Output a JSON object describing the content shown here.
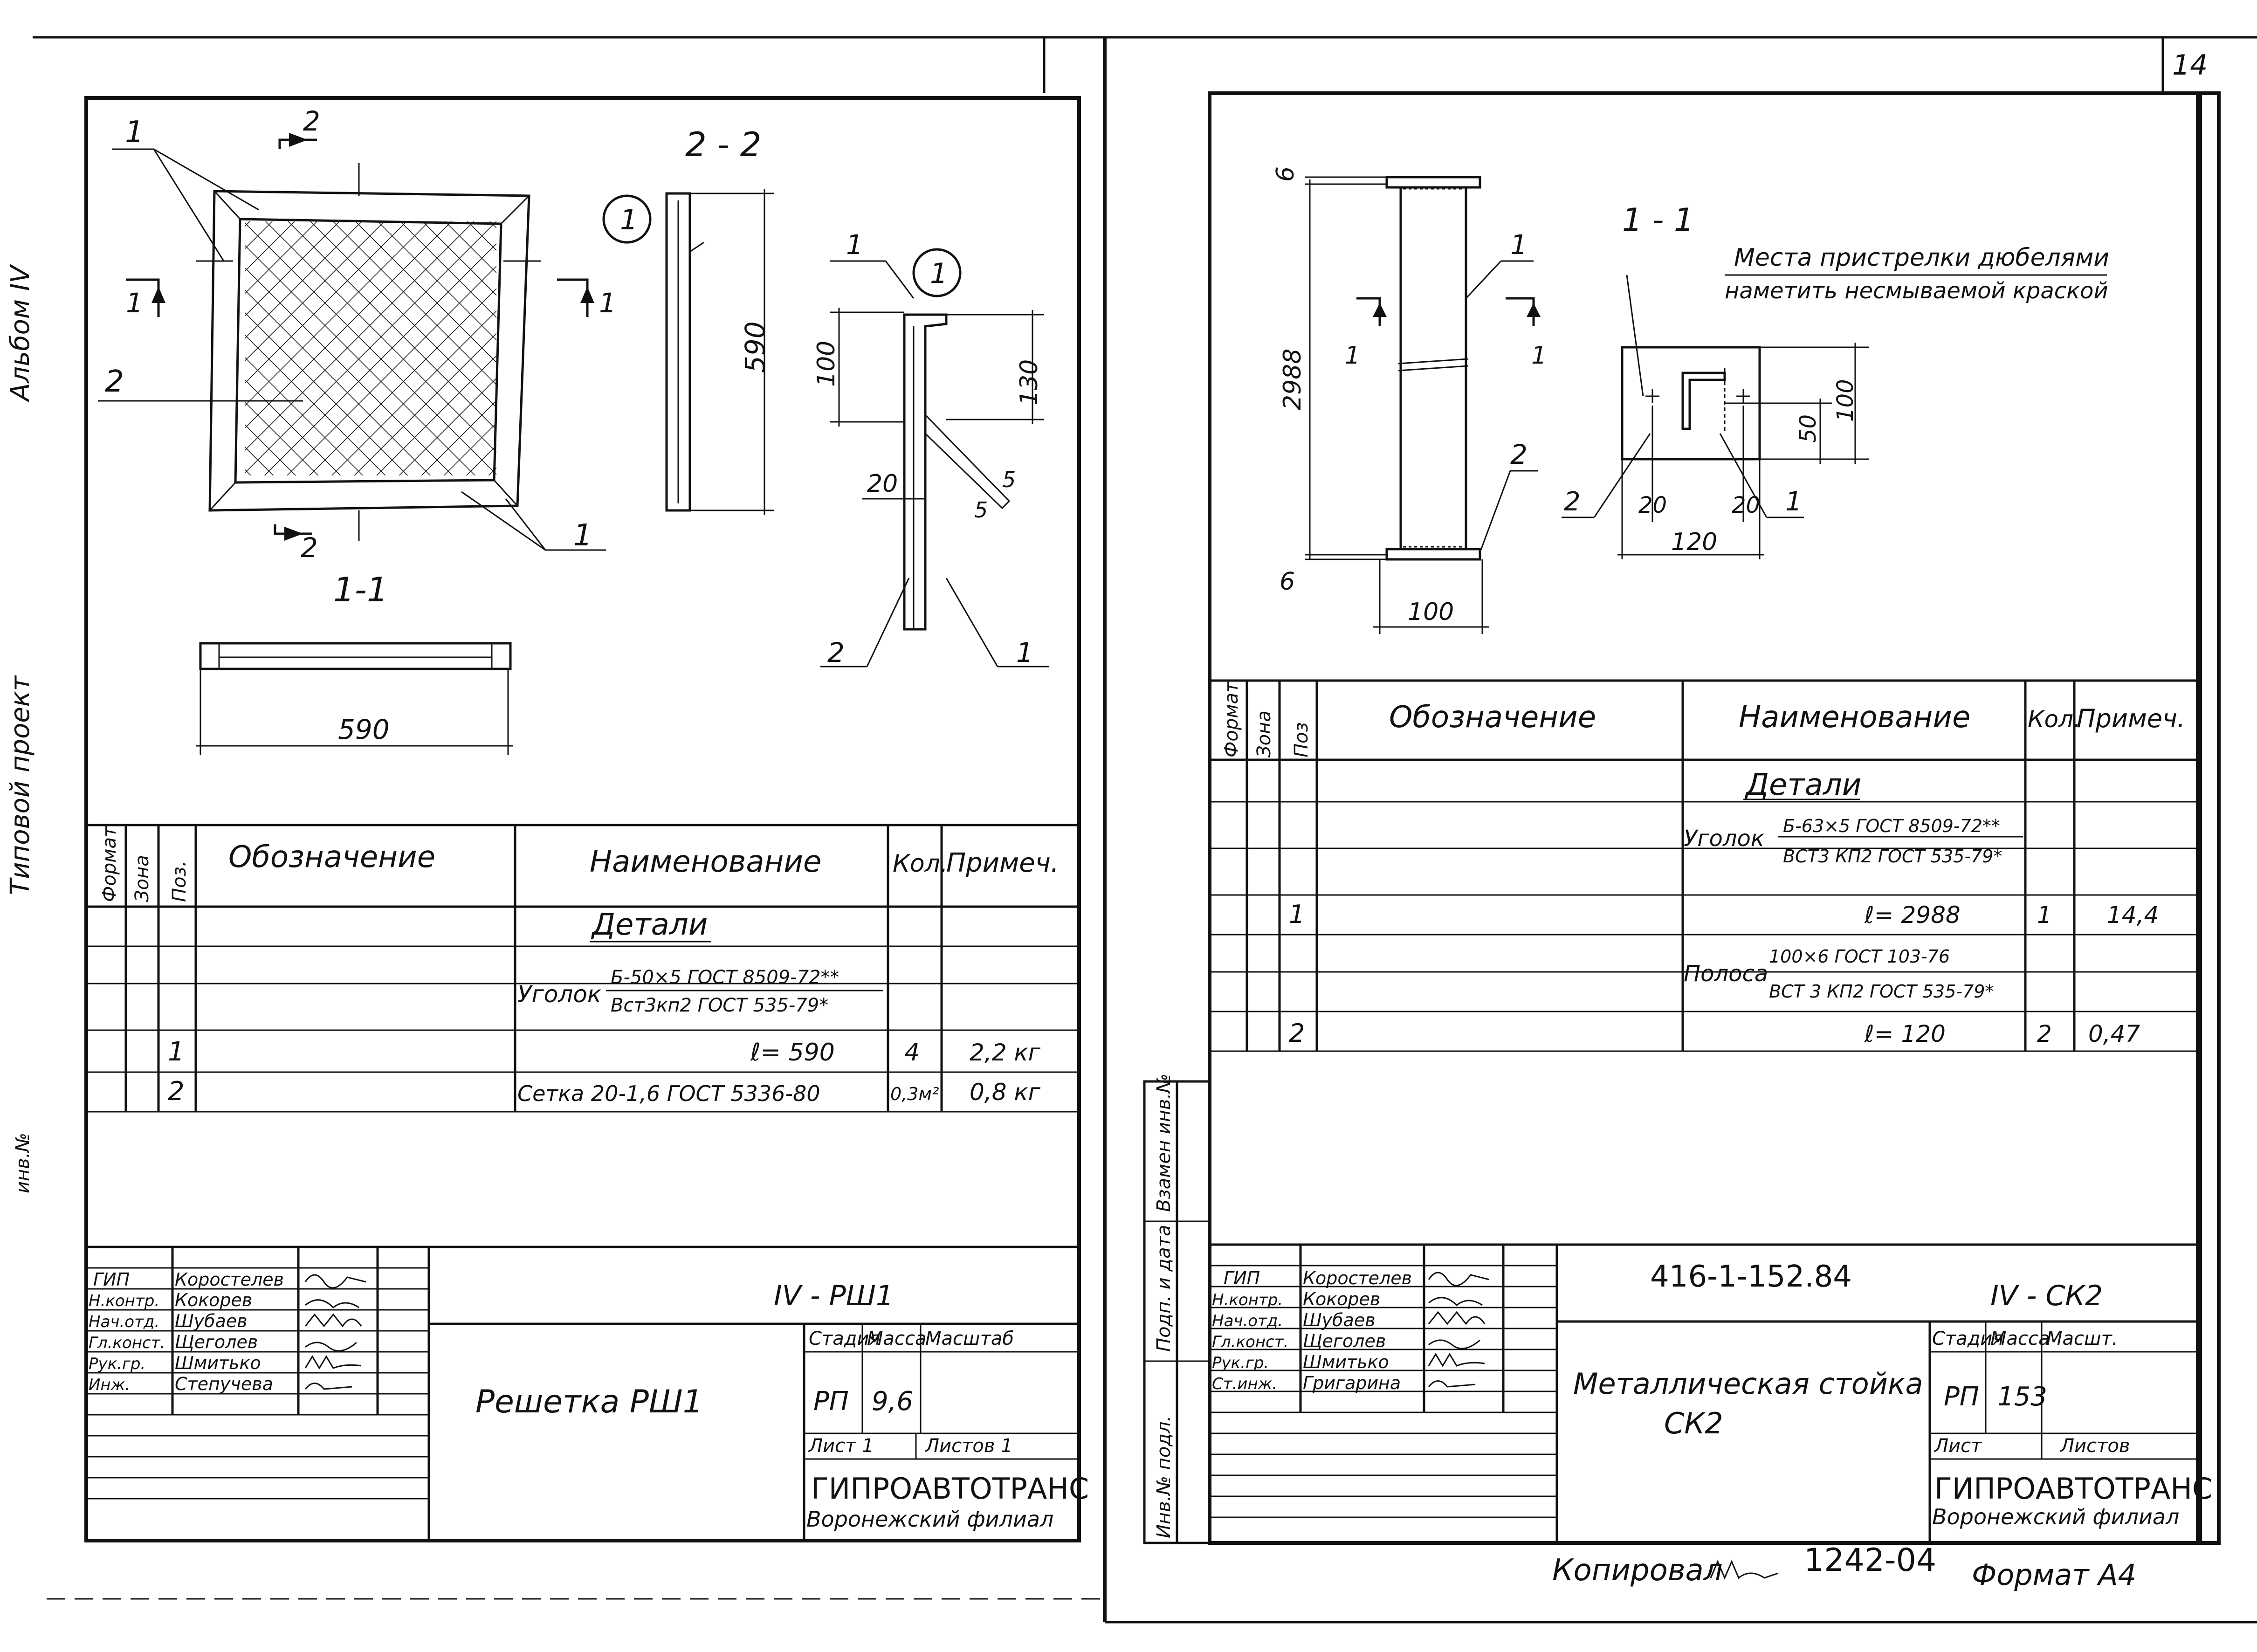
{
  "left_sheet": {
    "drawing": {
      "leader_1a": "1",
      "leader_1b": "1",
      "leader_2": "2",
      "section_2_top": "2",
      "section_2_bottom": "2",
      "section_1_left": "1",
      "section_1_right": "1",
      "view_2_2_title": "2 - 2",
      "view_1_1_title": "1-1",
      "node_circle_1": "1",
      "node_circle_1b": "1",
      "dim_590_vertical": "590",
      "dim_590_horizontal": "590",
      "dim_100": "100",
      "dim_130": "130",
      "dim_20": "20",
      "dim_5": "5",
      "dim_5b": "5",
      "node_pos_1": "1",
      "node_pos_1b": "1",
      "node_pos_2": "2"
    },
    "spec": {
      "headers": {
        "format": "Формат",
        "zone": "Зона",
        "pos": "Поз.",
        "designation": "Обозначение",
        "name": "Наименование",
        "qty": "Кол.",
        "note": "Примеч."
      },
      "group_title": "Детали",
      "angle_label": "Уголок",
      "angle_top": "Б-50×5 ГОСТ 8509-72**",
      "angle_bottom": "Вст3кп2 ГОСТ 535-79*",
      "rows": [
        {
          "pos": "1",
          "name": "ℓ= 590",
          "qty": "4",
          "note": "2,2 кг"
        },
        {
          "pos": "2",
          "name": "Сетка 20-1,6 ГОСТ 5336-80",
          "qty": "0,3м²",
          "note": "0,8 кг"
        }
      ]
    },
    "title_block": {
      "roles": [
        "ГИП",
        "Н.контр.",
        "Нач.отд.",
        "Гл.конст.",
        "Рук.гр.",
        "Инж."
      ],
      "names": [
        "Коростелев",
        "Кокорев",
        "Шубаев",
        "Щеголев",
        "Шмитько",
        "Степучева"
      ],
      "doc_code": "IV - РШ1",
      "stage_header": "Стадия",
      "mass_header": "Масса",
      "scale_header": "Масштаб",
      "title": "Решетка  РШ1",
      "stage": "РП",
      "mass": "9,6",
      "sheet": "Лист 1",
      "sheets": "Листов 1",
      "org_line1": "ГИПРОАВТОТРАНС",
      "org_line2": "Воронежский филиал"
    }
  },
  "right_sheet": {
    "page_number": "14",
    "drawing": {
      "dim_6_top": "6",
      "dim_6_bottom": "6",
      "dim_2988": "2988",
      "dim_100_bottom": "100",
      "section_1_left": "1",
      "section_1_right": "1",
      "leader_1": "1",
      "leader_2": "2",
      "view_1_1_title": "1 - 1",
      "note_line1": "Места пристрелки дюбелями",
      "note_line2": "наметить несмываемой краской",
      "dim_100": "100",
      "dim_50": "50",
      "dim_20a": "20",
      "dim_20b": "20",
      "dim_120": "120",
      "sec_leader_2": "2",
      "sec_leader_1": "1"
    },
    "spec": {
      "headers": {
        "format": "Формат",
        "zone": "Зона",
        "pos": "Поз",
        "designation": "Обозначение",
        "name": "Наименование",
        "qty": "Кол.",
        "note": "Примеч."
      },
      "group_title": "Детали",
      "angle_label": "Уголок",
      "angle_top": "Б-63×5 ГОСТ 8509-72**",
      "angle_bottom": "ВСТ3 КП2 ГОСТ 535-79*",
      "row1": {
        "pos": "1",
        "name": "ℓ= 2988",
        "qty": "1",
        "note": "14,4"
      },
      "strip_label": "Полоса",
      "strip_top": "100×6  ГОСТ 103-76",
      "strip_bottom": "ВСТ 3 КП2 ГОСТ 535-79*",
      "row2": {
        "pos": "2",
        "name": "ℓ= 120",
        "qty": "2",
        "note": "0,47"
      }
    },
    "side_stamp": {
      "replace_inv": "Взамен инв.№",
      "sign_date": "Подп. и дата",
      "inv_orig": "Инв.№ подл."
    },
    "title_block": {
      "roles": [
        "ГИП",
        "Н.контр.",
        "Нач.отд.",
        "Гл.конст.",
        "Рук.гр.",
        "Ст.инж."
      ],
      "names": [
        "Коростелев",
        "Кокорев",
        "Шубаев",
        "Щеголев",
        "Шмитько",
        "Григарина"
      ],
      "project_code": "416-1-152.84",
      "doc_code": "IV - СК2",
      "title_line1": "Металлическая стойка",
      "title_line2": "СК2",
      "stage_header": "Стадия",
      "mass_header": "Масса",
      "scale_header": "Масшт.",
      "stage": "РП",
      "mass": "153",
      "sheet": "Лист",
      "sheets": "Листов",
      "org_line1": "ГИПРОАВТОТРАНС",
      "org_line2": "Воронежский филиал"
    }
  },
  "footer": {
    "copied_label": "Копировал",
    "order_number": "1242-04",
    "format_label": "Формат А4"
  },
  "margin_text": {
    "left_top": "Альбом IV",
    "left_mid": "Типовой проект",
    "left_low": "инв.№"
  }
}
